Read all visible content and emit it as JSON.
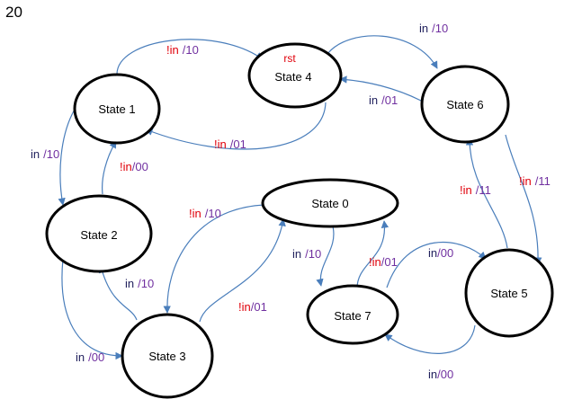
{
  "figure_number": "20",
  "states": {
    "s0": "State 0",
    "s1": "State 1",
    "s2": "State 2",
    "s3": "State 3",
    "s4": "State 4",
    "s5": "State 5",
    "s6": "State 6",
    "s7": "State 7"
  },
  "reset_label": "rst",
  "transitions": [
    {
      "id": "e1",
      "from": "State 1",
      "to": "State 4",
      "input": "!in",
      "output": "/10"
    },
    {
      "id": "e2",
      "from": "State 4",
      "to": "State 1",
      "input": "!in",
      "output": "/01"
    },
    {
      "id": "e3",
      "from": "State 4",
      "to": "State 6",
      "input": "in",
      "output": "/10"
    },
    {
      "id": "e4",
      "from": "State 6",
      "to": "State 4",
      "input": "in",
      "output": "/01"
    },
    {
      "id": "e5",
      "from": "State 1",
      "to": "State 2",
      "input": "in",
      "output": "/10"
    },
    {
      "id": "e6",
      "from": "State 2",
      "to": "State 1",
      "input": "!in",
      "output": "/00"
    },
    {
      "id": "e7",
      "from": "State 0",
      "to": "State 3",
      "input": "!in",
      "output": "/10"
    },
    {
      "id": "e8",
      "from": "State 3",
      "to": "State 2",
      "input": "in",
      "output": "/10"
    },
    {
      "id": "e9",
      "from": "State 2",
      "to": "State 3",
      "input": "in",
      "output": "/00"
    },
    {
      "id": "e10",
      "from": "State 3",
      "to": "State 0",
      "input": "!in",
      "output": "/01"
    },
    {
      "id": "e11",
      "from": "State 0",
      "to": "State 7",
      "input": "in",
      "output": "/10"
    },
    {
      "id": "e12",
      "from": "State 7",
      "to": "State 0",
      "input": "!in",
      "output": "/01"
    },
    {
      "id": "e13",
      "from": "State 7",
      "to": "State 5",
      "input": "in",
      "output": "/00"
    },
    {
      "id": "e14",
      "from": "State 5",
      "to": "State 7",
      "input": "in",
      "output": "/00"
    },
    {
      "id": "e15",
      "from": "State 5",
      "to": "State 6",
      "input": "!in",
      "output": "/11"
    },
    {
      "id": "e16",
      "from": "State 6",
      "to": "State 5",
      "input": "!in",
      "output": "/11"
    }
  ],
  "colors": {
    "edge": "#4a7ebb",
    "input_in": "#1f1f5c",
    "input_notin": "#e0000a",
    "output": "#7030a0",
    "node_stroke": "#000000"
  }
}
